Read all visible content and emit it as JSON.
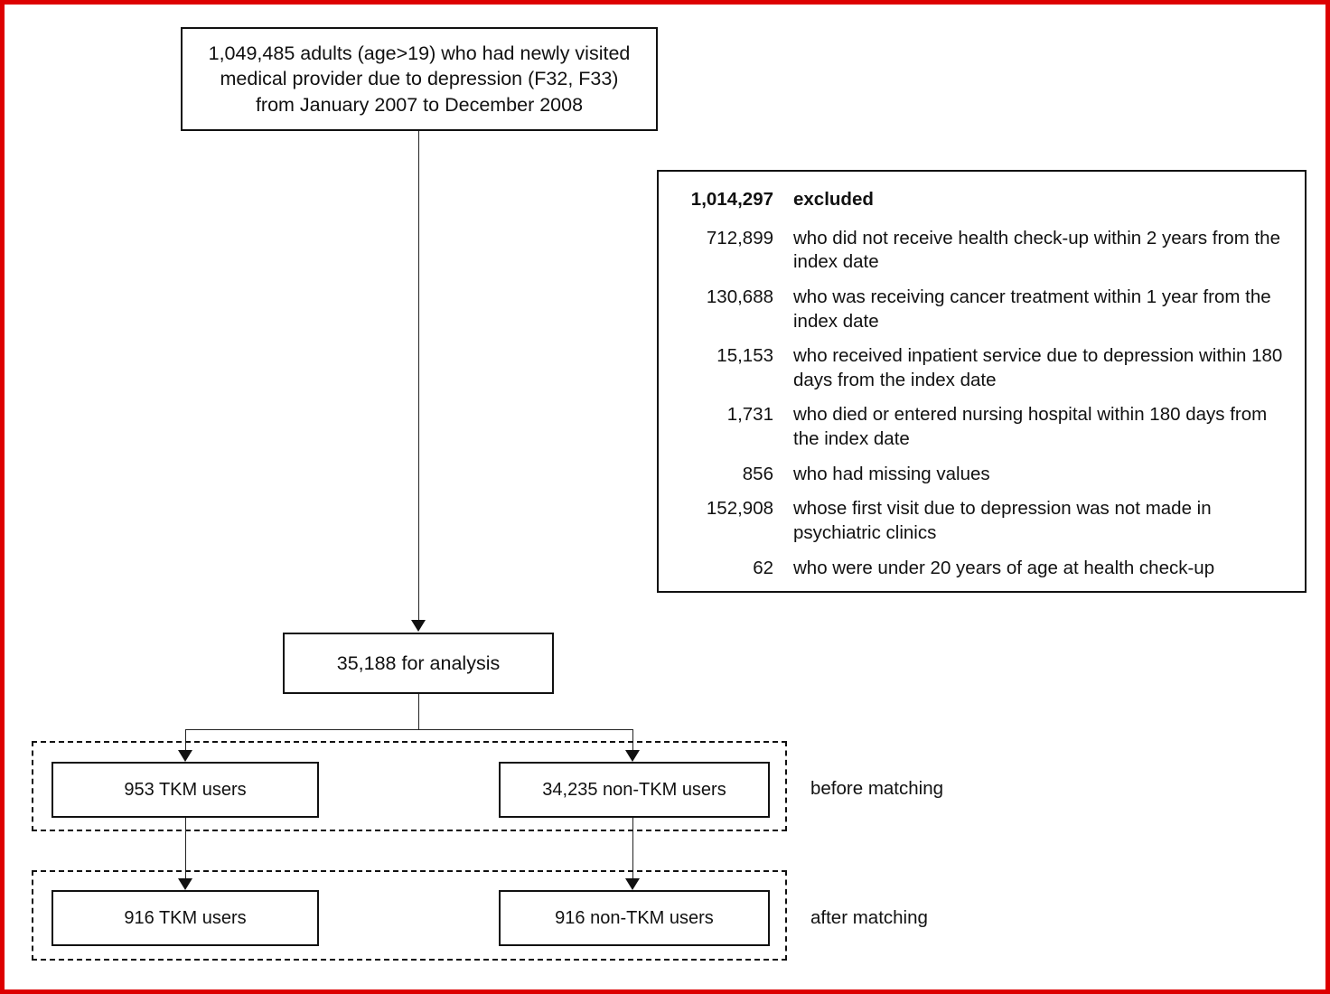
{
  "frame": {
    "border_color": "#dd0000"
  },
  "cohort": {
    "text": "1,049,485 adults (age>19) who had newly visited\nmedical provider due to depression (F32, F33)\nfrom January 2007 to December 2008"
  },
  "excluded": {
    "total_number": "1,014,297",
    "total_label": "excluded",
    "rows": [
      {
        "number": "712,899",
        "description": "who did not receive health check-up within 2 years from the index date"
      },
      {
        "number": "130,688",
        "description": "who was receiving cancer treatment within 1 year from the index date"
      },
      {
        "number": "15,153",
        "description": "who received inpatient service due to depression within 180 days from the index date"
      },
      {
        "number": "1,731",
        "description": "who died or entered nursing hospital within 180 days from the index date"
      },
      {
        "number": "856",
        "description": "who had missing values"
      },
      {
        "number": "152,908",
        "description": "whose first visit due to depression was not made in psychiatric clinics"
      },
      {
        "number": "62",
        "description": "who were under 20 years of age at health check-up"
      }
    ]
  },
  "analysis": {
    "text": "35,188 for analysis"
  },
  "before_matching": {
    "label": "before matching",
    "tkm": "953 TKM users",
    "non_tkm": "34,235 non-TKM users"
  },
  "after_matching": {
    "label": "after matching",
    "tkm": "916 TKM users",
    "non_tkm": "916 non-TKM users"
  }
}
